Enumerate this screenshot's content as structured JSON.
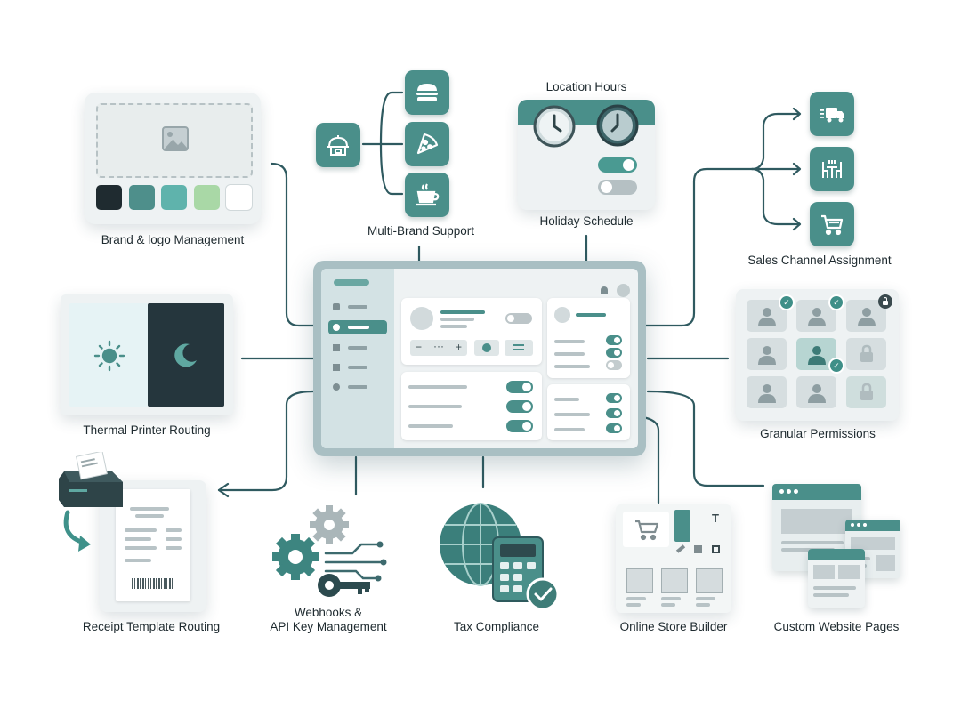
{
  "labels": {
    "brand_logo": "Brand & logo Management",
    "multi_brand": "Multi-Brand Support",
    "location_hours": "Location Hours",
    "holiday_schedule": "Holiday Schedule",
    "sales_channel": "Sales Channel Assignment",
    "thermal_printer": "Thermal Printer Routing",
    "granular_permissions": "Granular Permissions",
    "receipt_template": "Receipt Template Routing",
    "webhooks_line1": "Webhooks &",
    "webhooks_line2": "API Key Management",
    "tax_compliance": "Tax Compliance",
    "online_store": "Online Store Builder",
    "custom_website": "Custom Website Pages"
  },
  "colors": {
    "accent": "#4a8f8a",
    "accent_dark": "#2b5a5d",
    "line": "#2f5a60",
    "panel_dark": "#25363d",
    "panel_light": "#e6f3f5"
  },
  "brand_swatches": [
    "#1f2b30",
    "#4e8f8b",
    "#5fb3ac",
    "#a9d8a6",
    "#ffffff"
  ],
  "multi_brand_icons": [
    "food-station-icon",
    "burger-icon",
    "pizza-icon",
    "coffee-icon"
  ],
  "sales_channel_icons": [
    "delivery-truck-icon",
    "dine-in-icon",
    "shopping-cart-icon"
  ],
  "permissions_grid": [
    [
      "user-checked",
      "user-checked",
      "user"
    ],
    [
      "user",
      "user-active",
      "lock"
    ],
    [
      "user",
      "user",
      "lock"
    ]
  ],
  "dashboard": {
    "sidebar_items": [
      "home-icon",
      "settings-icon",
      "grid-icon",
      "store-icon",
      "gear-icon"
    ],
    "active_sidebar_index": 1,
    "top_left_toggles": [
      false
    ],
    "top_right_toggles": [
      true,
      true,
      false
    ],
    "bottom_left_toggles": [
      true,
      true,
      true
    ],
    "bottom_right_toggles": [
      true,
      true,
      true
    ]
  }
}
